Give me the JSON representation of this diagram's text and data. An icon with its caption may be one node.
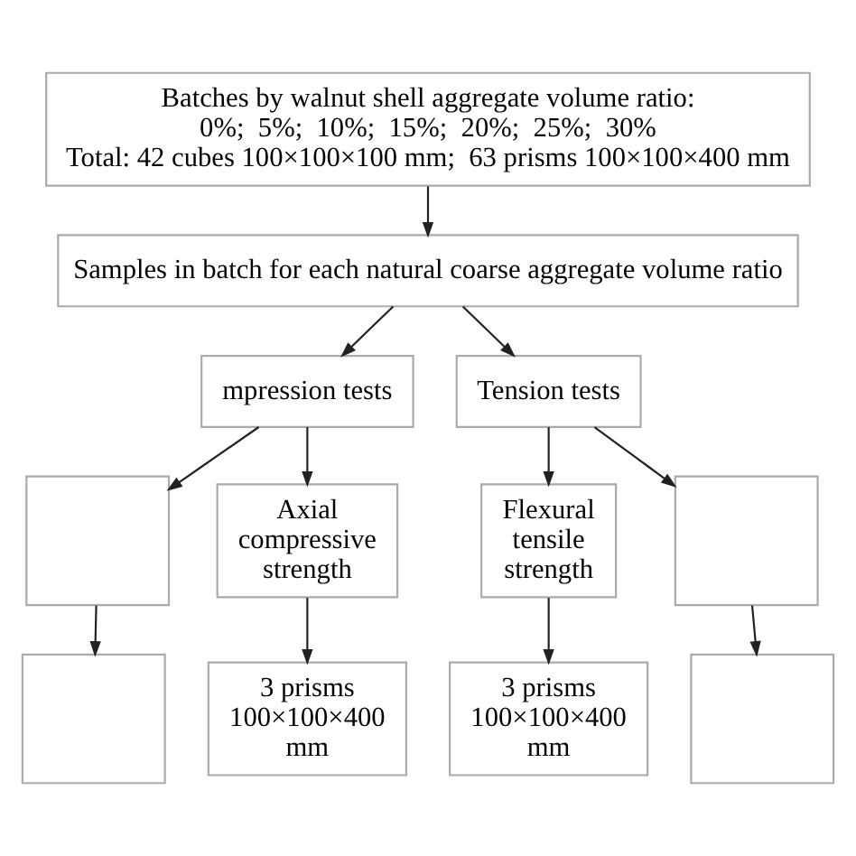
{
  "diagram": {
    "nodes": [
      {
        "text": [
          "Batches by walnut shell aggregate volume ratio:",
          "0%;  5%;  10%;  15%;  20%;  25%;  30%",
          "Total: 42 cubes 100×100×100 mm;  63 prisms 100×100×400 mm"
        ]
      },
      {
        "text": [
          "Samples in batch for each natural coarse aggregate volume ratio"
        ]
      },
      {
        "text": [
          "mpression tests"
        ]
      },
      {
        "text": [
          "Tension tests"
        ]
      },
      {
        "text": [],
        "shape": "box"
      },
      {
        "text": [
          "Axial compressive strength"
        ]
      },
      {
        "text": [
          "Flexural tensile strength"
        ]
      },
      {
        "text": [],
        "shape": "box"
      },
      {
        "text": [],
        "shape": "box"
      },
      {
        "text": [
          "3 prisms 100×100×400 mm"
        ]
      },
      {
        "text": [
          "3 prisms 100×100×400 mm"
        ]
      },
      {
        "text": [],
        "shape": "box"
      }
    ],
    "edges": [
      {
        "from": 0,
        "to": 1,
        "arrow": "to"
      },
      {
        "from": 1,
        "to": 2,
        "arrow": "to"
      },
      {
        "from": 1,
        "to": 3,
        "arrow": "to"
      },
      {
        "from": 2,
        "to": 4,
        "arrow": "to"
      },
      {
        "from": 2,
        "to": 5,
        "arrow": "to"
      },
      {
        "from": 3,
        "to": 6,
        "arrow": "to"
      },
      {
        "from": 3,
        "to": 7,
        "arrow": "to"
      },
      {
        "from": 4,
        "to": 8,
        "arrow": "to"
      },
      {
        "from": 5,
        "to": 9,
        "arrow": "to"
      },
      {
        "from": 6,
        "to": 10,
        "arrow": "to"
      },
      {
        "from": 7,
        "to": 11,
        "arrow": "to"
      }
    ]
  }
}
